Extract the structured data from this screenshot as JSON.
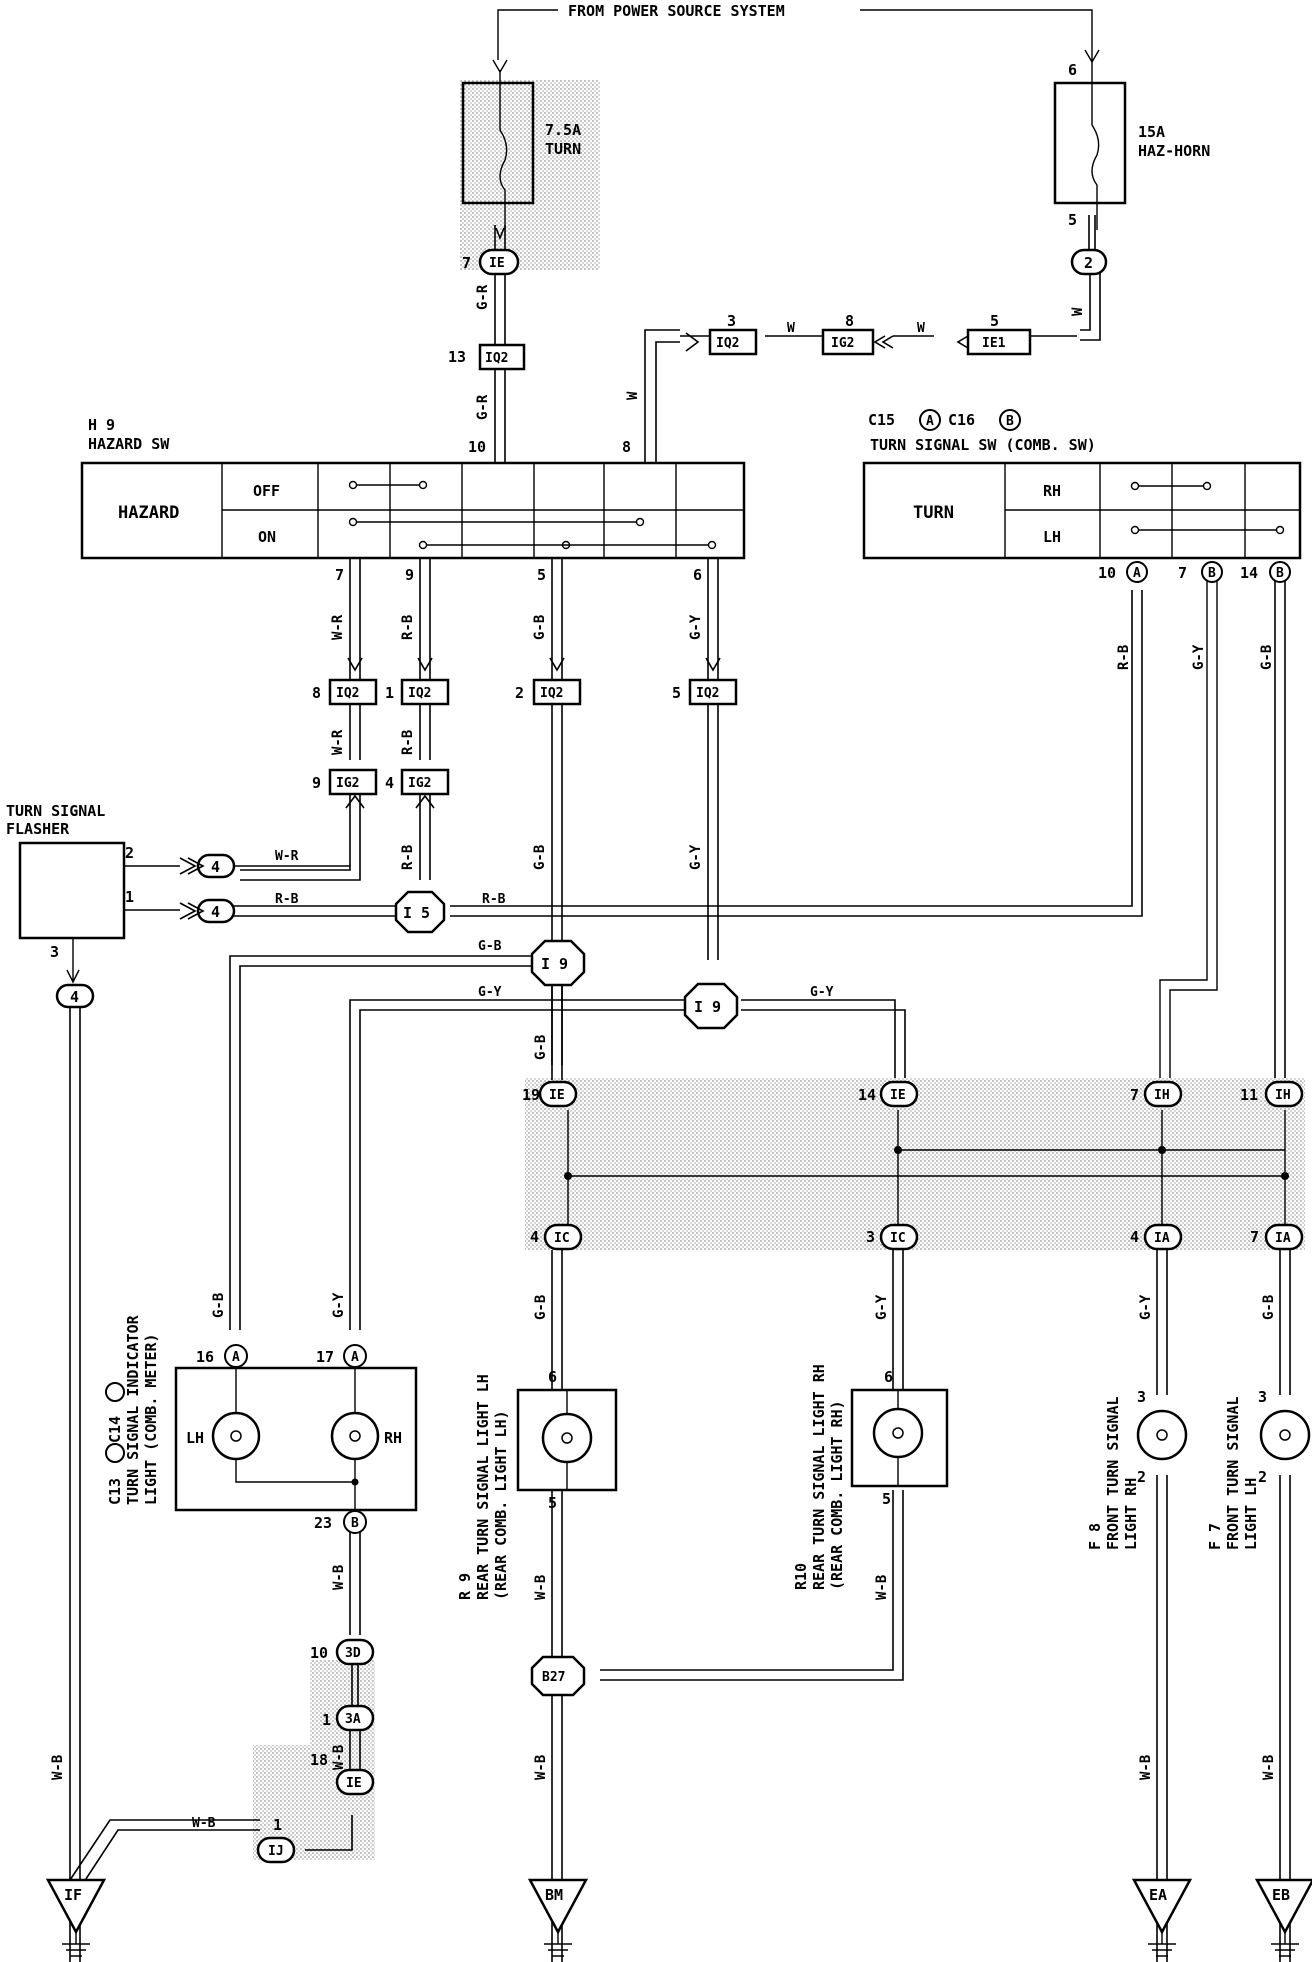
{
  "power_source": "FROM POWER SOURCE SYSTEM",
  "fuses": [
    {
      "rating": "7.5A",
      "name": "TURN"
    },
    {
      "rating": "15A",
      "name": "HAZ-HORN",
      "pin_in": "6",
      "pin_out": "5",
      "junction": "2"
    }
  ],
  "hazard_sw": {
    "ref": "H 9",
    "title": "HAZARD SW",
    "label": "HAZARD",
    "pos_off": "OFF",
    "pos_on": "ON",
    "pins": [
      "7",
      "9",
      "5",
      "6",
      "10",
      "8"
    ]
  },
  "turn_sw": {
    "ref_a": "C15",
    "ref_b": "C16",
    "conn_a": "A",
    "conn_b": "B",
    "title": "TURN SIGNAL SW (COMB. SW)",
    "label": "TURN",
    "pos_rh": "RH",
    "pos_lh": "LH",
    "pins": [
      "10",
      "7",
      "14"
    ]
  },
  "flasher": {
    "title_line1": "TURN SIGNAL",
    "title_line2": "FLASHER",
    "pins": [
      "2",
      "1",
      "3"
    ],
    "junction": "4"
  },
  "connectors": {
    "ie": "IE",
    "iq2": "IQ2",
    "ig2": "IG2",
    "ie1": "IE1",
    "ih": "IH",
    "ic": "IC",
    "ia": "IA",
    "i5": "I 5",
    "i9": "I 9",
    "b27": "B27",
    "3d": "3D",
    "3a": "3A",
    "ij": "IJ"
  },
  "pin_numbers": {
    "ie_top": "7",
    "iq2_top": "13",
    "iq2_a": "3",
    "ig2_a": "8",
    "ie1_a": "5",
    "iq2_8": "8",
    "iq2_1": "1",
    "iq2_2": "2",
    "iq2_5": "5",
    "ig2_9": "9",
    "ig2_4": "4",
    "ie_19": "19",
    "ie_14": "14",
    "ih_7": "7",
    "ih_11": "11",
    "ic_4": "4",
    "ic_3": "3",
    "ia_4": "4",
    "ia_7": "7",
    "meter_16": "16",
    "meter_17": "17",
    "meter_23": "23",
    "d3_10": "10",
    "a3_1": "1",
    "ie_18": "18",
    "ij_1": "1",
    "r9_6": "6",
    "r9_5": "5",
    "r10_6": "6",
    "r10_5": "5",
    "f8_3": "3",
    "f8_2": "2",
    "f7_3": "3",
    "f7_2": "2"
  },
  "wire_colors": {
    "gr": "G-R",
    "w": "W",
    "wr": "W-R",
    "rb": "R-B",
    "gb": "G-B",
    "gy": "G-Y",
    "wb": "W-B"
  },
  "indicator": {
    "ref": "C13",
    "ref2": "C14",
    "conn_a": "A",
    "conn_b": "B",
    "line1": "TURN SIGNAL INDICATOR",
    "line2": "LIGHT (COMB. METER)",
    "lh": "LH",
    "rh": "RH"
  },
  "rear_lh": {
    "ref": "R 9",
    "line1": "REAR TURN SIGNAL LIGHT LH",
    "line2": "(REAR COMB. LIGHT LH)"
  },
  "rear_rh": {
    "ref": "R10",
    "line1": "REAR TURN SIGNAL LIGHT RH",
    "line2": "(REAR COMB. LIGHT RH)"
  },
  "front_rh": {
    "ref": "F 8",
    "line1": "FRONT TURN SIGNAL",
    "line2": "LIGHT RH"
  },
  "front_lh": {
    "ref": "F 7",
    "line1": "FRONT TURN SIGNAL",
    "line2": "LIGHT LH"
  },
  "grounds": [
    "IF",
    "BM",
    "EA",
    "EB"
  ]
}
